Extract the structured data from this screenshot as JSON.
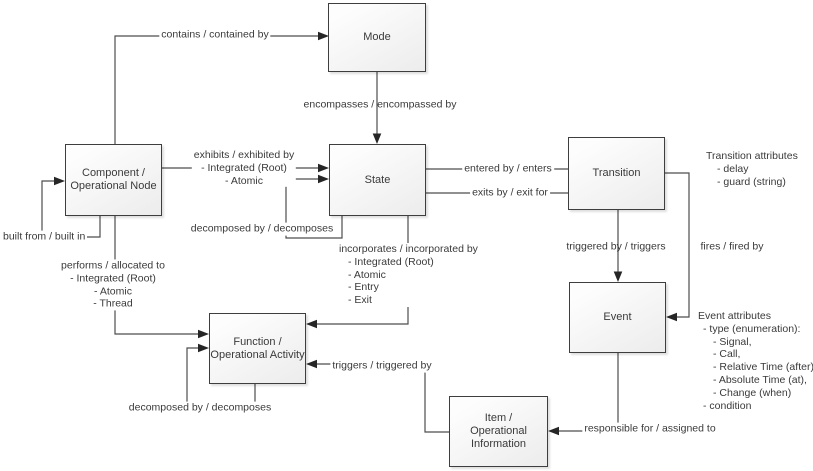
{
  "boxes": {
    "mode": {
      "lines": [
        "Mode"
      ]
    },
    "component": {
      "lines": [
        "Component /",
        "Operational Node"
      ]
    },
    "state": {
      "lines": [
        "State"
      ]
    },
    "transition": {
      "lines": [
        "Transition"
      ]
    },
    "event": {
      "lines": [
        "Event"
      ]
    },
    "function": {
      "lines": [
        "Function /",
        "Operational Activity"
      ]
    },
    "item": {
      "lines": [
        "Item /",
        "Operational",
        "Information"
      ]
    }
  },
  "edges": {
    "contains": {
      "label": "contains / contained by"
    },
    "encompasses": {
      "label": "encompasses / encompassed by"
    },
    "exhibits": {
      "lines": [
        "exhibits / exhibited by",
        "- Integrated (Root)",
        "- Atomic"
      ]
    },
    "built_from": {
      "label": "built from / built in"
    },
    "performs": {
      "lines": [
        "performs / allocated to",
        "- Integrated (Root)",
        "- Atomic",
        "- Thread"
      ]
    },
    "state_decomposed": {
      "label": "decomposed by / decomposes"
    },
    "incorporates": {
      "lines": [
        "incorporates / incorporated by",
        "- Integrated (Root)",
        "- Atomic",
        "- Entry",
        "- Exit"
      ]
    },
    "entered_by": {
      "label": "entered by / enters"
    },
    "exits_by": {
      "label": "exits by / exit for"
    },
    "triggered_by": {
      "label": "triggered by / triggers"
    },
    "fires": {
      "label": "fires / fired by"
    },
    "function_decomposed": {
      "label": "decomposed by / decomposes"
    },
    "triggers": {
      "label": "triggers / triggered by"
    },
    "responsible": {
      "label": "responsible for / assigned to"
    }
  },
  "notes": {
    "transition_attributes": {
      "lines": [
        "Transition attributes",
        "- delay",
        "- guard (string)"
      ]
    },
    "event_attributes": {
      "lines": [
        "Event attributes",
        "- type (enumeration):",
        "- Signal,",
        "- Call,",
        "- Relative Time (after),",
        "- Absolute Time (at),",
        "- Change (when)",
        "- condition"
      ]
    }
  },
  "colors": {
    "background": "#ffffff",
    "box_border": "#3e3e3e",
    "box_fill_top": "#fdfdfd",
    "box_fill_bottom": "#ececec",
    "connector_line": "#4d4d4d",
    "arrowhead": "#262626",
    "text": "#3a3a3a"
  }
}
